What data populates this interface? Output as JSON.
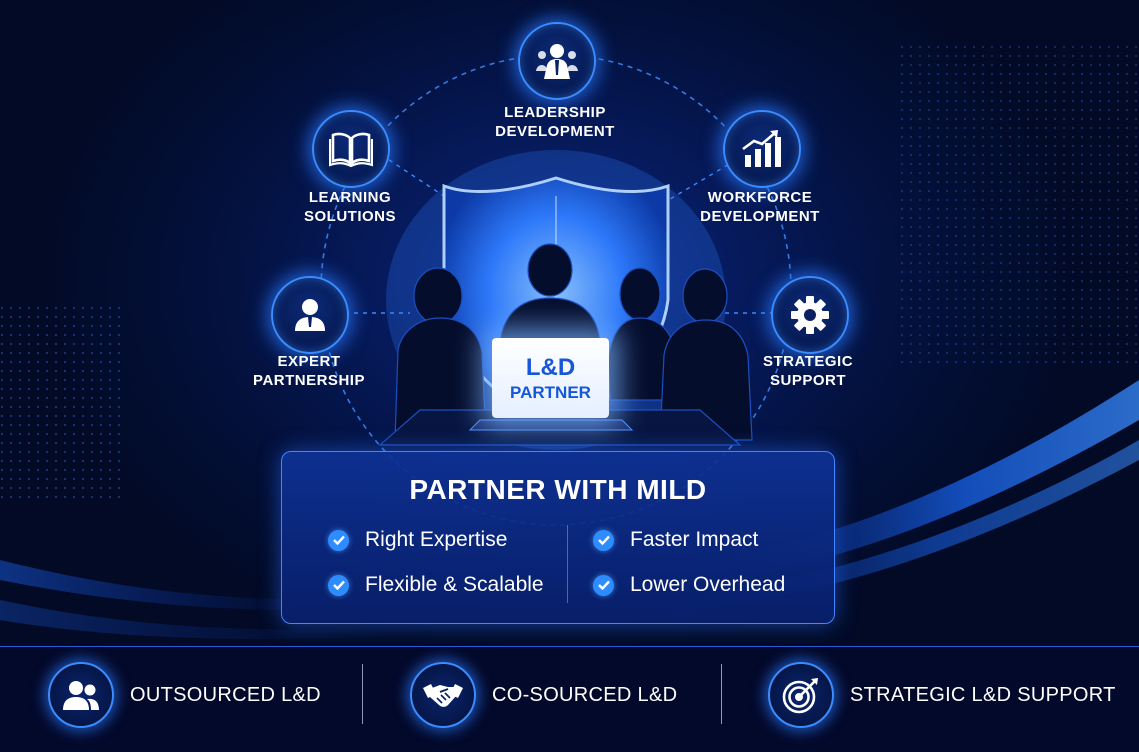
{
  "colors": {
    "background": "#020b2a",
    "accent": "#2d8cff",
    "glow": "#3b8cff",
    "panel": "#0b2a8a",
    "text": "#ffffff",
    "screen_text": "#1656d8"
  },
  "hub": {
    "nodes": [
      {
        "icon": "leader-group-icon",
        "label_lines": [
          "LEADERSHIP",
          "DEVELOPMENT"
        ]
      },
      {
        "icon": "open-book-icon",
        "label_lines": [
          "LEARNING",
          "SOLUTIONS"
        ]
      },
      {
        "icon": "growth-chart-icon",
        "label_lines": [
          "WORKFORCE",
          "DEVELOPMENT"
        ]
      },
      {
        "icon": "person-icon",
        "label_lines": [
          "EXPERT",
          "PARTNERSHIP"
        ]
      },
      {
        "icon": "gear-icon",
        "label_lines": [
          "STRATEGIC",
          "SUPPORT"
        ]
      }
    ],
    "laptop": {
      "line1": "L&D",
      "line2": "PARTNER"
    }
  },
  "panel": {
    "title": "PARTNER WITH MILD",
    "features": [
      "Right Expertise",
      "Faster Impact",
      "Flexible & Scalable",
      "Lower Overhead"
    ]
  },
  "bottom": {
    "items": [
      {
        "icon": "people-icon",
        "label": "OUTSOURCED L&D"
      },
      {
        "icon": "handshake-icon",
        "label": "CO-SOURCED L&D"
      },
      {
        "icon": "target-icon",
        "label": "STRATEGIC L&D SUPPORT"
      }
    ]
  }
}
